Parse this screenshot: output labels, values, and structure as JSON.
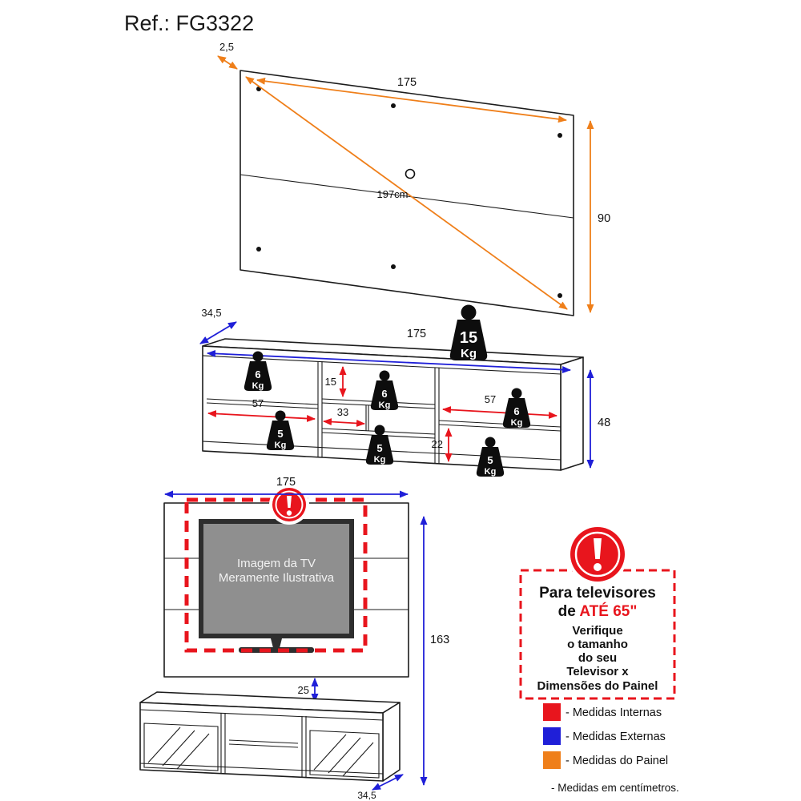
{
  "colors": {
    "internal": "#e8151d",
    "external": "#1f1fd8",
    "panel": "#ef7f1a"
  },
  "header": {
    "ref": "Ref.: FG3322"
  },
  "panel": {
    "thickness": "2,5",
    "width": "175",
    "height": "90",
    "diagonal": "197cm"
  },
  "rack": {
    "depth": "34,5",
    "width": "175",
    "height": "48",
    "max_weight": {
      "value": "15",
      "unit": "Kg"
    },
    "weights": [
      {
        "value": "6",
        "unit": "Kg"
      },
      {
        "value": "6",
        "unit": "Kg"
      },
      {
        "value": "6",
        "unit": "Kg"
      },
      {
        "value": "5",
        "unit": "Kg"
      },
      {
        "value": "5",
        "unit": "Kg"
      },
      {
        "value": "5",
        "unit": "Kg"
      }
    ],
    "internal": {
      "left_width": "57",
      "shelf_height": "15",
      "niche_width": "33",
      "right_width": "57",
      "right_height": "22"
    }
  },
  "assembled": {
    "width": "175",
    "height": "163",
    "gap": "25",
    "depth": "34,5",
    "tv_note_line1": "Imagem da TV",
    "tv_note_line2": "Meramente Ilustrativa"
  },
  "notice": {
    "line1": "Para televisores",
    "line2_prefix": "de ",
    "line2_highlight": "ATÉ 65\"",
    "line3": "Verifique",
    "line4": "o tamanho",
    "line5": "do seu",
    "line6": "Televisor x",
    "line7": "Dimensões do Painel"
  },
  "legend": {
    "internal": "- Medidas Internas",
    "external": "- Medidas Externas",
    "panel": "- Medidas do Painel",
    "unit_note": "- Medidas em centímetros."
  }
}
